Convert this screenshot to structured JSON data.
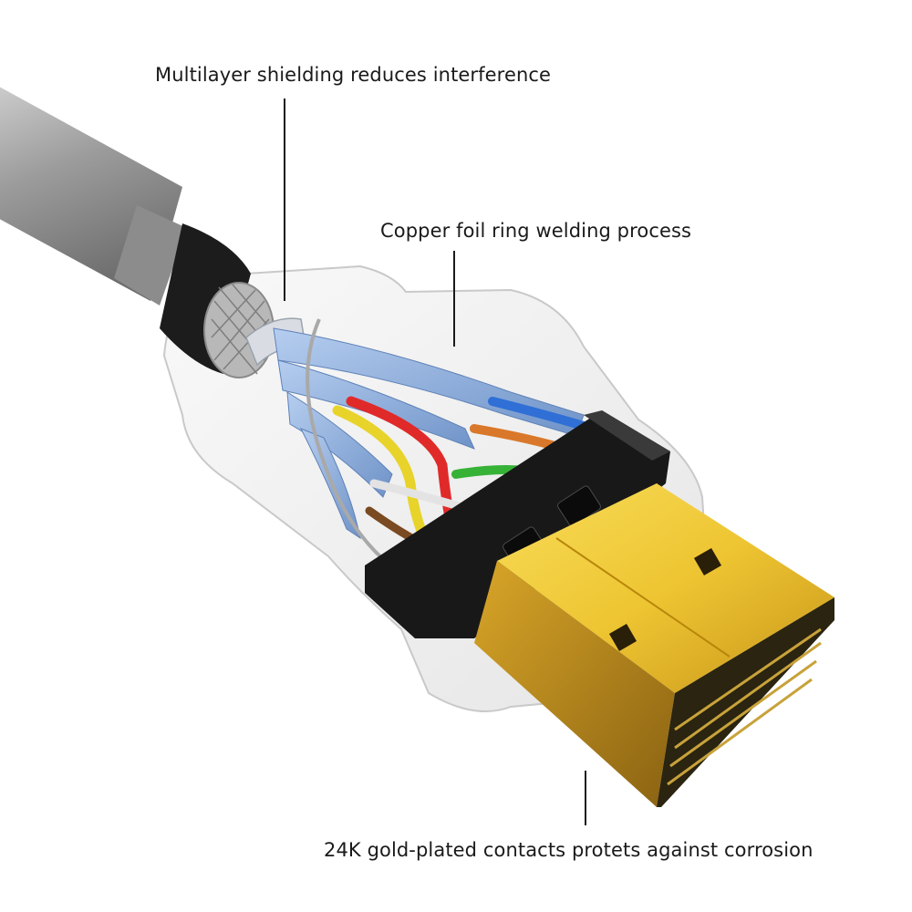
{
  "callouts": {
    "shielding": "Multilayer shielding reduces interference",
    "copper": "Copper foil ring welding process",
    "gold": "24K gold-plated contacts protets against corrosion"
  },
  "colors": {
    "gold": "#e8b820",
    "jacket": "#9a9a9a",
    "shell": "#ececec",
    "foil": "#8fb0dc",
    "housing": "#1a1a1a"
  }
}
